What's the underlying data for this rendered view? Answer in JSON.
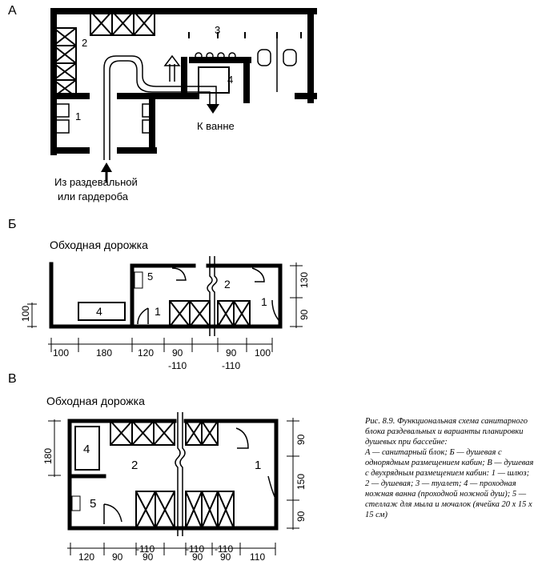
{
  "sections": {
    "a": {
      "letter": "А",
      "room_labels": [
        "3",
        "2",
        "4",
        "1"
      ],
      "to_bath": "К ванне",
      "from_line1": "Из раздевальной",
      "from_line2": "или гардероба"
    },
    "b": {
      "letter": "Б",
      "bypass": "Обходная дорожка",
      "room_labels": [
        "5",
        "2",
        "4",
        "1",
        "1"
      ],
      "dims_bottom": [
        "100",
        "180",
        "120",
        "90",
        "-110",
        "90",
        "-110",
        "100"
      ],
      "dims_right": [
        "130",
        "90"
      ],
      "dim_left": "100"
    },
    "v": {
      "letter": "В",
      "bypass": "Обходная дорожка",
      "room_labels": [
        "4",
        "2",
        "1",
        "5"
      ],
      "dims_bottom": [
        "120",
        "90",
        "90",
        "-110",
        "90",
        "90",
        "110",
        "-110",
        "-110"
      ],
      "dims_right": [
        "90",
        "150",
        "90"
      ],
      "dim_left": "180"
    }
  },
  "caption": {
    "title": "Рис. 8.9. Функциональная схема санитарного блока раздевальных и варианты планировки душевых при бассейне:",
    "legend": "А — санитарный блок; Б — душевая с однорядным размещением кабин; В — душевая с двухрядным размещением кабин: 1 — шлюз; 2 — душевая; 3 — туалет; 4 — проходная ножная ванна (проходной ножной душ); 5 — стеллаж для мыла и мочалок (ячейка 20 х 15 х 15 см)"
  }
}
